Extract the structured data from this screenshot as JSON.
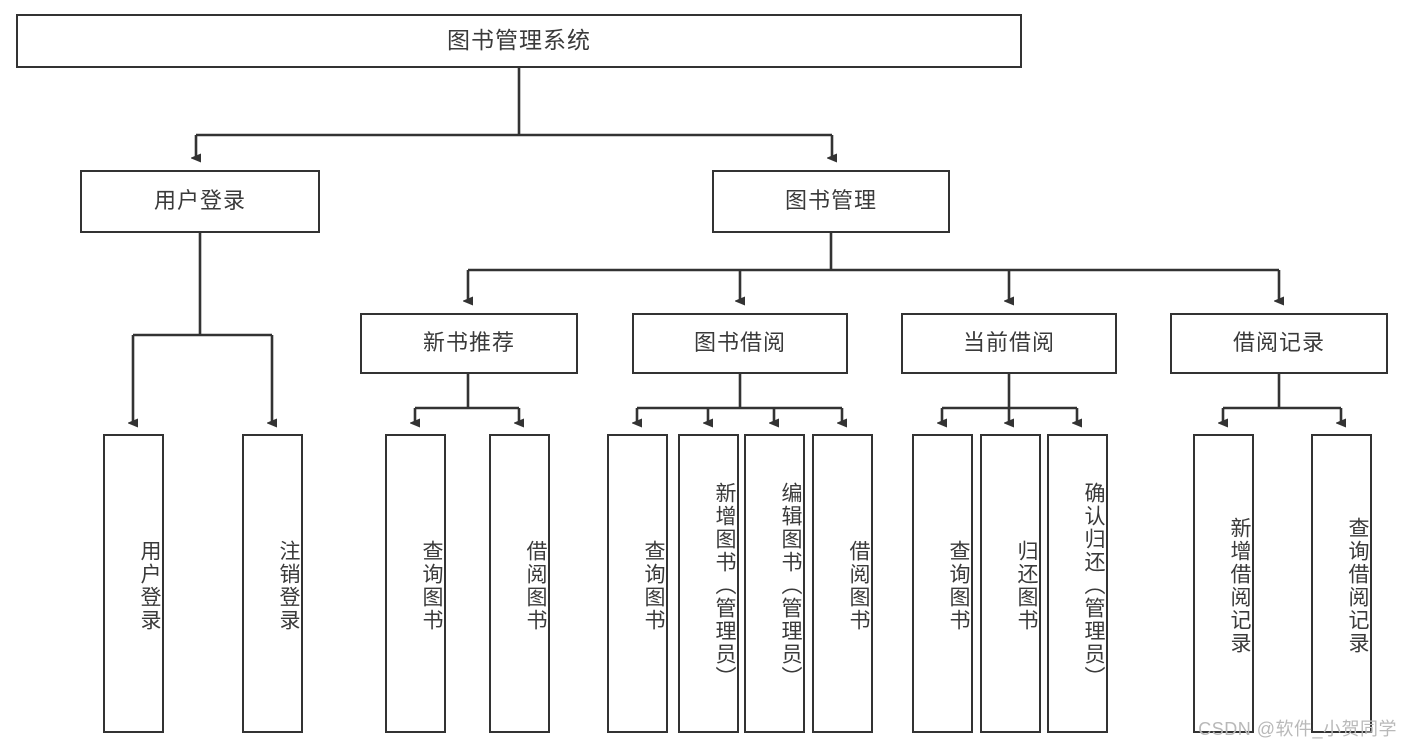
{
  "diagram": {
    "title": "图书管理系统",
    "watermark": "CSDN @软件_小贺同学",
    "line_color": "#333333",
    "box_fill": "#ffffff",
    "text_color": "#3a3a3a",
    "levels": {
      "root": "图书管理系统",
      "level1": [
        "用户登录",
        "图书管理"
      ],
      "level2": [
        "新书推荐",
        "图书借阅",
        "当前借阅",
        "借阅记录"
      ]
    },
    "nodes": {
      "root": {
        "label": "图书管理系统"
      },
      "user_login": {
        "label": "用户登录"
      },
      "book_manage": {
        "label": "图书管理"
      },
      "new_book_rec": {
        "label": "新书推荐"
      },
      "book_borrow": {
        "label": "图书借阅"
      },
      "current_borrow": {
        "label": "当前借阅"
      },
      "borrow_record": {
        "label": "借阅记录"
      },
      "leaf_user_login": {
        "label": "用户登录"
      },
      "leaf_logout": {
        "label": "注销登录"
      },
      "leaf_query_book_1": {
        "label": "查询图书"
      },
      "leaf_borrow_book_1": {
        "label": "借阅图书"
      },
      "leaf_query_book_2": {
        "label": "查询图书"
      },
      "leaf_add_book": {
        "label": "新增图书（管理员）"
      },
      "leaf_edit_book": {
        "label": "编辑图书（管理员）"
      },
      "leaf_borrow_book_2": {
        "label": "借阅图书"
      },
      "leaf_query_book_3": {
        "label": "查询图书"
      },
      "leaf_return_book": {
        "label": "归还图书"
      },
      "leaf_confirm_return": {
        "label": "确认归还（管理员）"
      },
      "leaf_add_record": {
        "label": "新增借阅记录"
      },
      "leaf_query_record": {
        "label": "查询借阅记录"
      }
    }
  }
}
